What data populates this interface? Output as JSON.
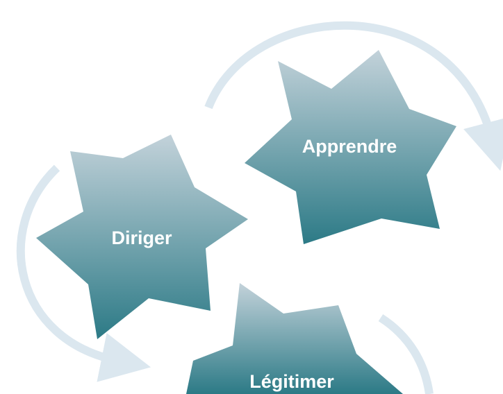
{
  "gears": [
    {
      "id": "apprendre",
      "label": "Apprendre"
    },
    {
      "id": "diriger",
      "label": "Diriger"
    },
    {
      "id": "legitimer",
      "label": "Légitimer"
    }
  ],
  "colors": {
    "gear_top": "#c3d2da",
    "gear_bottom": "#2c7a86",
    "arrow": "#dbe7ef",
    "label": "#ffffff",
    "background": "#ffffff"
  }
}
